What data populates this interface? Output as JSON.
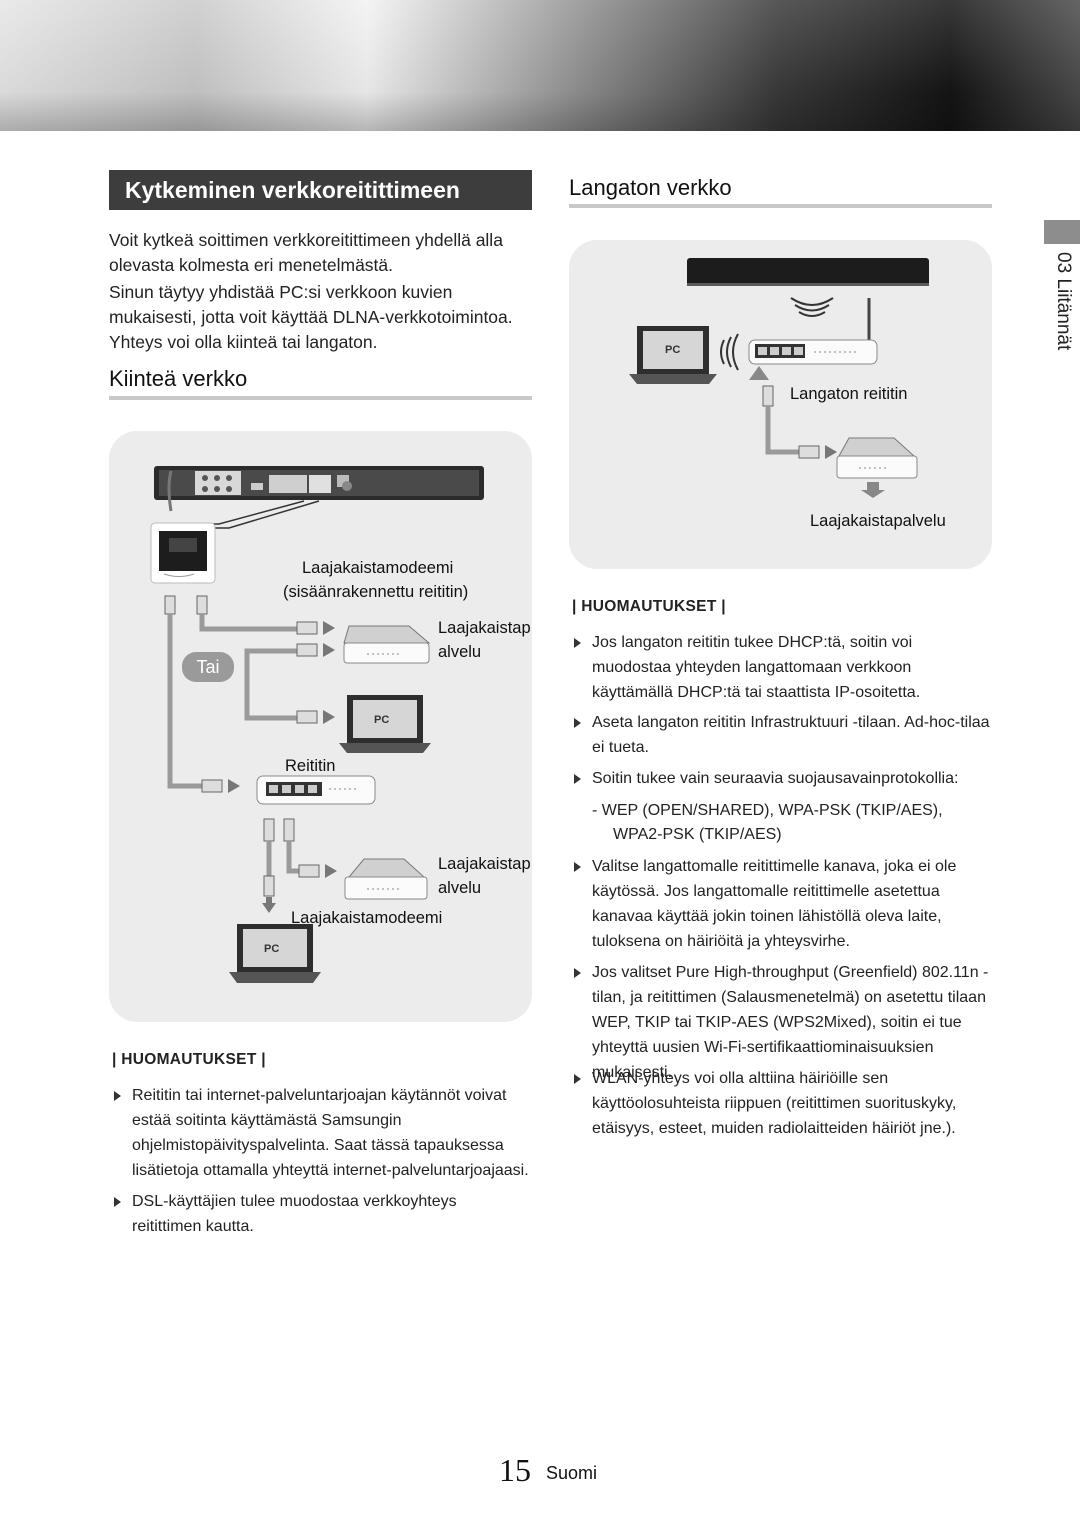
{
  "side": {
    "label": "03 Liitännät"
  },
  "left": {
    "section_title": "Kytkeminen verkkoreitittimeen",
    "intro_1": "Voit kytkeä soittimen verkkoreitittimeen yhdellä alla olevasta kolmesta eri menetelmästä.",
    "intro_2": "Sinun täytyy yhdistää PC:si verkkoon kuvien mukaisesti, jotta voit käyttää DLNA-verkkotoimintoa. Yhteys voi olla kiinteä tai langaton.",
    "wired_heading": "Kiinteä verkko",
    "diagram": {
      "modem_label_1": "Laajakaistamodeemi",
      "modem_label_2": "(sisäänrakennettu reititin)",
      "service_label_1a": "Laajakaistap",
      "service_label_1b": "alvelu",
      "or_label": "Tai",
      "router_label": "Reititin",
      "service_label_2a": "Laajakaistap",
      "service_label_2b": "alvelu",
      "modem_label_3": "Laajakaistamodeemi",
      "pc_label": "PC"
    },
    "notes_title": "| HUOMAUTUKSET |",
    "notes": [
      "Reititin tai internet-palveluntarjoajan käytännöt voivat estää soitinta käyttämästä Samsungin ohjelmistopäivityspalvelinta. Saat tässä tapauksessa lisätietoja ottamalla yhteyttä internet-palveluntarjoajaasi.",
      "DSL-käyttäjien tulee muodostaa verkkoyhteys reitittimen kautta."
    ]
  },
  "right": {
    "wireless_heading": "Langaton verkko",
    "diagram": {
      "router_label": "Langaton reititin",
      "service_label": "Laajakaistapalvelu",
      "pc_label": "PC"
    },
    "notes_title": "| HUOMAUTUKSET |",
    "notes": [
      "Jos langaton reititin tukee DHCP:tä, soitin voi muodostaa yhteyden langattomaan verkkoon käyttämällä DHCP:tä tai staattista IP-osoitetta.",
      "Aseta langaton reititin Infrastruktuuri -tilaan. Ad-hoc-tilaa ei tueta.",
      "Soitin tukee vain seuraavia suojausavainprotokollia:",
      "Valitse langattomalle reitittimelle kanava, joka ei ole käytössä. Jos langattomalle reitittimelle asetettua kanavaa käyttää jokin toinen lähistöllä oleva laite, tuloksena on häiriöitä ja yhteysvirhe.",
      "Jos valitset Pure High-throughput (Greenfield) 802.11n -tilan, ja reitittimen (Salausmenetelmä) on asetettu tilaan WEP, TKIP tai TKIP-AES (WPS2Mixed), soitin ei tue yhteyttä uusien Wi-Fi-sertifikaattiominaisuuksien mukaisesti.",
      "WLAN-yhteys voi olla alttiina häiriöille sen käyttöolosuhteista riippuen (reitittimen suorituskyky, etäisyys, esteet, muiden radiolaitteiden häiriöt jne.)."
    ],
    "protocols_1": "-   WEP (OPEN/SHARED), WPA-PSK (TKIP/AES),",
    "protocols_2": "WPA2-PSK (TKIP/AES)"
  },
  "footer": {
    "page_number": "15",
    "language": "Suomi"
  }
}
